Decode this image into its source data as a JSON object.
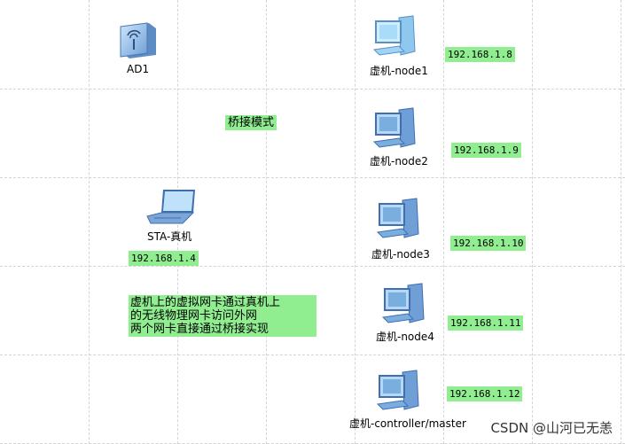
{
  "diagram": {
    "ap": {
      "label": "AD1",
      "icon": "wireless-access-point-icon"
    },
    "sta": {
      "label": "STA-真机",
      "ip": "192.168.1.4",
      "icon": "laptop-icon"
    },
    "mode_label": "桥接模式",
    "note": "虚机上的虚拟网卡通过真机上\n的无线物理网卡访问外网\n两个网卡直接通过桥接实现",
    "nodes": [
      {
        "label": "虚机-node1",
        "ip": "192.168.1.8",
        "icon": "pc-icon"
      },
      {
        "label": "虚机-node2",
        "ip": "192.168.1.9",
        "icon": "pc-icon"
      },
      {
        "label": "虚机-node3",
        "ip": "192.168.1.10",
        "icon": "pc-icon"
      },
      {
        "label": "虚机-node4",
        "ip": "192.168.1.11",
        "icon": "pc-icon"
      },
      {
        "label": "虚机-controller/master",
        "ip": "192.168.1.12",
        "icon": "pc-icon"
      }
    ],
    "colors": {
      "ip_highlight": "#90ee90",
      "grid": "#d4d4d4",
      "pc_light": "#9fd4f4",
      "pc_dark": "#5b8fc8"
    }
  },
  "watermark": "CSDN @山河已无恙"
}
